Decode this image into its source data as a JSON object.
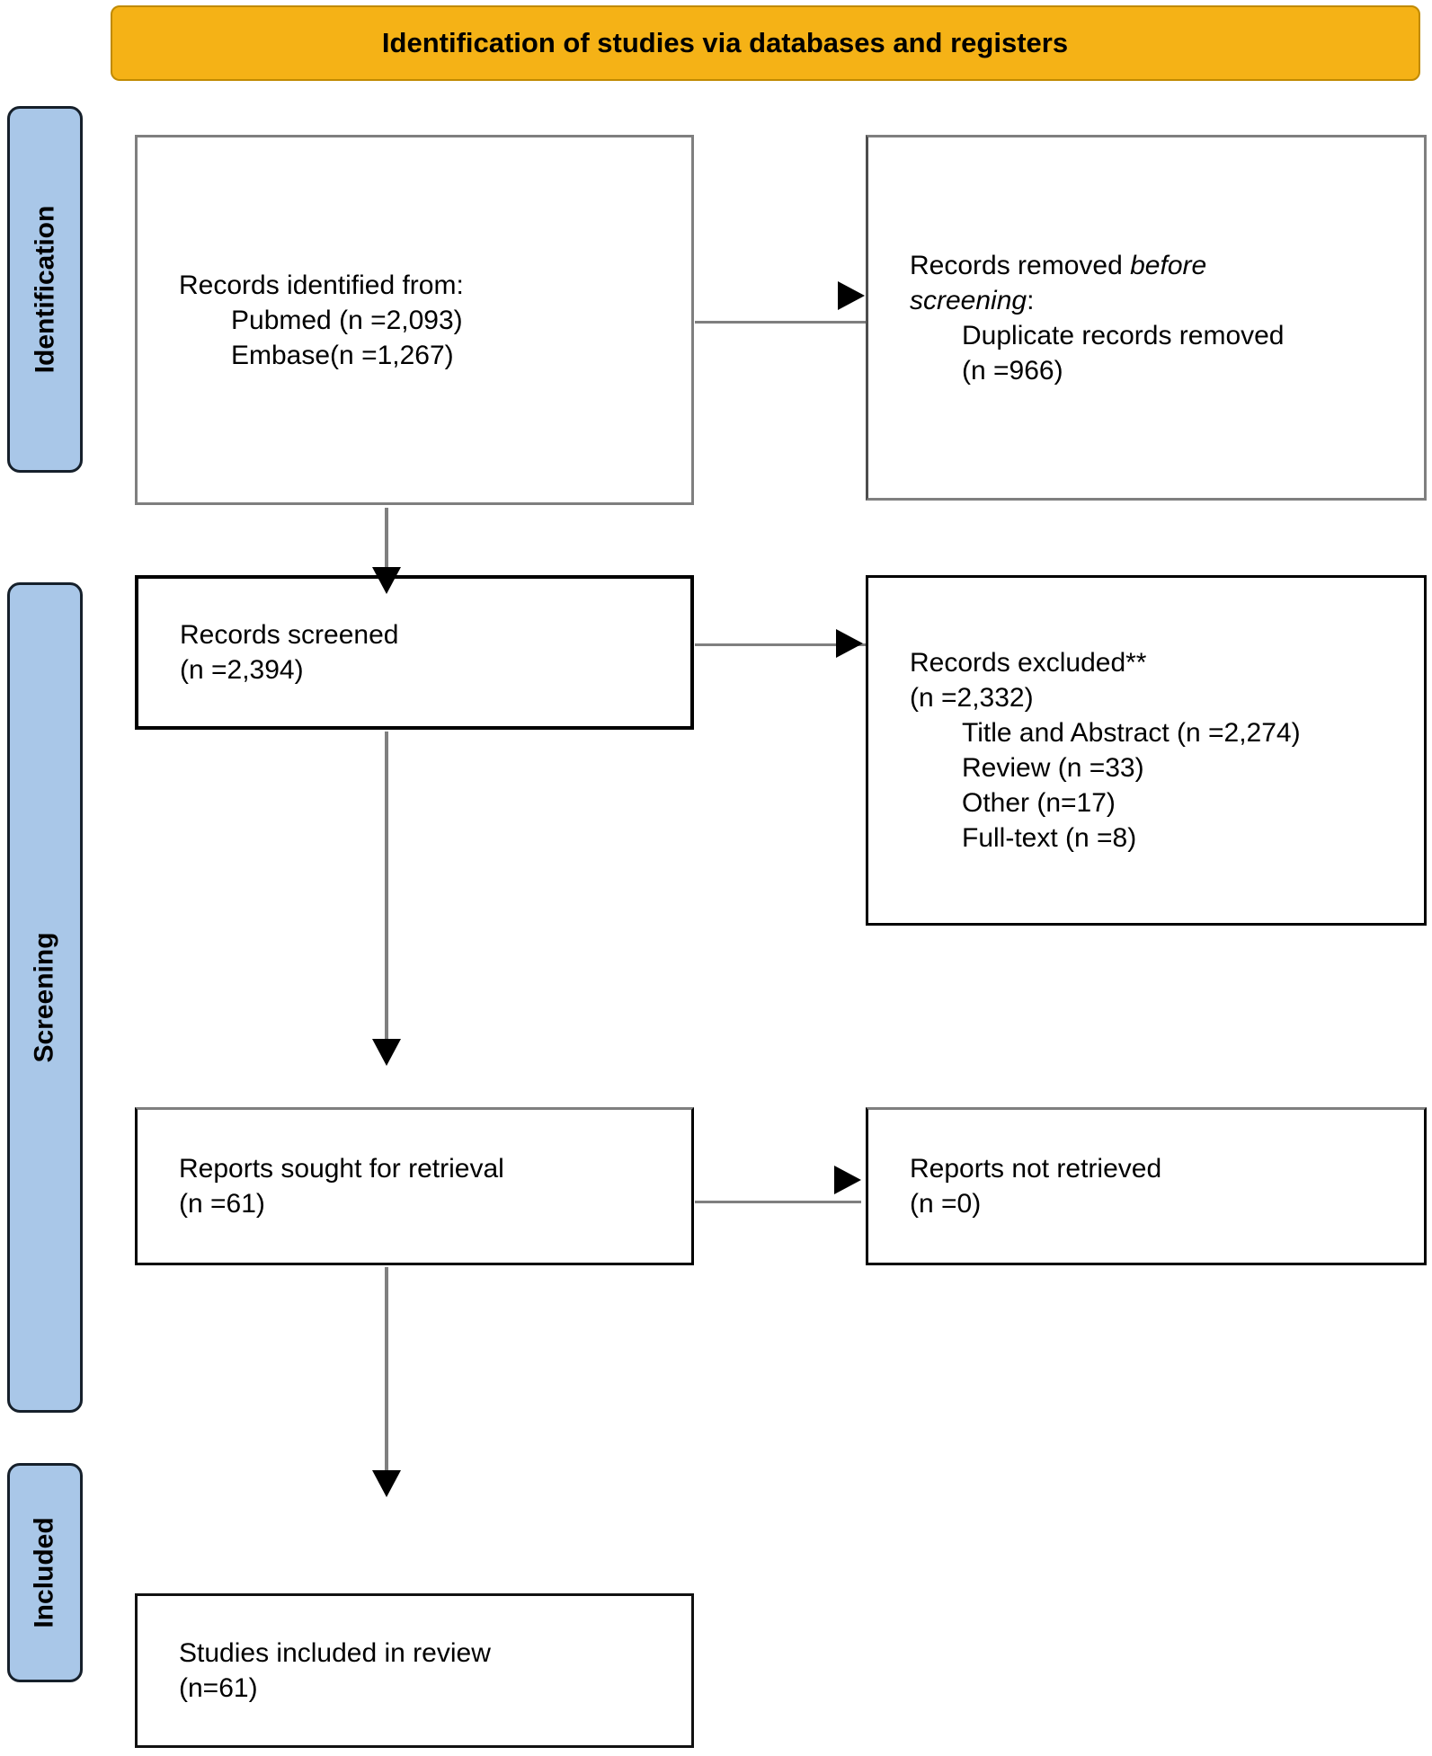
{
  "banner": {
    "title": "Identification of studies via databases and registers"
  },
  "stages": [
    {
      "id": "identification",
      "label": "Identification"
    },
    {
      "id": "screening",
      "label": "Screening"
    },
    {
      "id": "included",
      "label": "Included"
    }
  ],
  "boxes": [
    {
      "id": "records-identified",
      "lines": [
        {
          "indent": 0,
          "segments": [
            {
              "text": "Records identified from:",
              "italic": false
            }
          ]
        },
        {
          "indent": 1,
          "segments": [
            {
              "text": "Pubmed (n =2,093)",
              "italic": false
            }
          ]
        },
        {
          "indent": 1,
          "segments": [
            {
              "text": "Embase(n =1,267)",
              "italic": false
            }
          ]
        }
      ]
    },
    {
      "id": "records-removed",
      "lines": [
        {
          "indent": 0,
          "segments": [
            {
              "text": "Records removed ",
              "italic": false
            },
            {
              "text": "before",
              "italic": true
            }
          ]
        },
        {
          "indent": 0,
          "segments": [
            {
              "text": "screening",
              "italic": true
            },
            {
              "text": ":",
              "italic": false
            }
          ]
        },
        {
          "indent": 1,
          "segments": [
            {
              "text": "Duplicate records removed",
              "italic": false
            }
          ]
        },
        {
          "indent": 1,
          "segments": [
            {
              "text": "(n =966)",
              "italic": false
            }
          ]
        }
      ]
    },
    {
      "id": "records-screened",
      "lines": [
        {
          "indent": 0,
          "segments": [
            {
              "text": "Records screened",
              "italic": false
            }
          ]
        },
        {
          "indent": 0,
          "segments": [
            {
              "text": "(n =2,394)",
              "italic": false
            }
          ]
        }
      ]
    },
    {
      "id": "records-excluded",
      "lines": [
        {
          "indent": 0,
          "segments": [
            {
              "text": "Records excluded**",
              "italic": false
            }
          ]
        },
        {
          "indent": 0,
          "segments": [
            {
              "text": "(n =2,332)",
              "italic": false
            }
          ]
        },
        {
          "indent": 1,
          "segments": [
            {
              "text": "Title and Abstract (n =2,274)",
              "italic": false
            }
          ]
        },
        {
          "indent": 1,
          "segments": [
            {
              "text": "Review (n =33)",
              "italic": false
            }
          ]
        },
        {
          "indent": 1,
          "segments": [
            {
              "text": "Other (n=17)",
              "italic": false
            }
          ]
        },
        {
          "indent": 1,
          "segments": [
            {
              "text": "Full-text (n =8)",
              "italic": false
            }
          ]
        }
      ]
    },
    {
      "id": "reports-sought",
      "lines": [
        {
          "indent": 0,
          "segments": [
            {
              "text": "Reports sought for retrieval",
              "italic": false
            }
          ]
        },
        {
          "indent": 0,
          "segments": [
            {
              "text": "(n =61)",
              "italic": false
            }
          ]
        }
      ]
    },
    {
      "id": "reports-not-retrieved",
      "lines": [
        {
          "indent": 0,
          "segments": [
            {
              "text": "Reports not retrieved",
              "italic": false
            }
          ]
        },
        {
          "indent": 0,
          "segments": [
            {
              "text": "(n =0)",
              "italic": false
            }
          ]
        }
      ]
    },
    {
      "id": "studies-included",
      "lines": [
        {
          "indent": 0,
          "segments": [
            {
              "text": "Studies included in review",
              "italic": false
            }
          ]
        },
        {
          "indent": 0,
          "segments": [
            {
              "text": "(n=61)",
              "italic": false
            }
          ]
        }
      ]
    }
  ],
  "colors": {
    "banner_fill": "#F5B216",
    "banner_border": "#C08A00",
    "stage_fill": "#A9C7E8",
    "stage_border": "#16202B",
    "line_gray": "#7F7F7F",
    "arrow_black": "#000000"
  }
}
